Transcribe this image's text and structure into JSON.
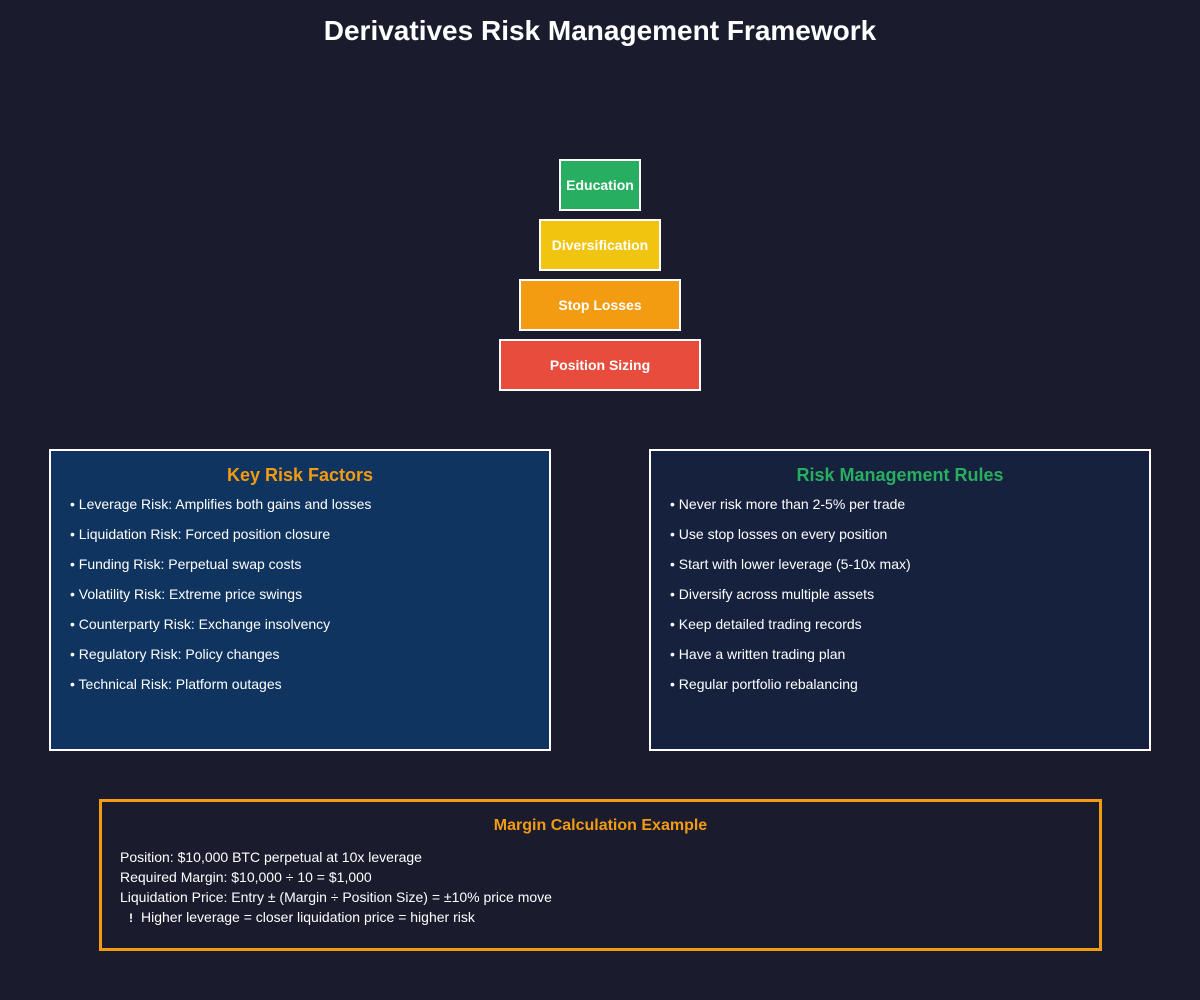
{
  "header": {
    "title": "Derivatives Risk Management Framework"
  },
  "pyramid": {
    "tiers": [
      {
        "label": "Education",
        "color": "#27ae60"
      },
      {
        "label": "Diversification",
        "color": "#f1c40f"
      },
      {
        "label": "Stop Losses",
        "color": "#f39c12"
      },
      {
        "label": "Position Sizing",
        "color": "#e74c3c"
      }
    ]
  },
  "risk_factors": {
    "title": "Key Risk Factors",
    "title_color": "#f39c12",
    "background": "#0f3460",
    "items": [
      "• Leverage Risk: Amplifies both gains and losses",
      "• Liquidation Risk: Forced position closure",
      "• Funding Risk: Perpetual swap costs",
      "• Volatility Risk: Extreme price swings",
      "• Counterparty Risk: Exchange insolvency",
      "• Regulatory Risk: Policy changes",
      "• Technical Risk: Platform outages"
    ]
  },
  "risk_rules": {
    "title": "Risk Management Rules",
    "title_color": "#27ae60",
    "background": "#16213e",
    "items": [
      "• Never risk more than 2-5% per trade",
      "• Use stop losses on every position",
      "• Start with lower leverage (5-10x max)",
      "• Diversify across multiple assets",
      "• Keep detailed trading records",
      "• Have a written trading plan",
      "• Regular portfolio rebalancing"
    ]
  },
  "margin_example": {
    "title": "Margin Calculation Example",
    "title_color": "#f39c12",
    "border_color": "#f39c12",
    "lines": [
      "Position: $10,000 BTC perpetual at 10x leverage",
      "Required Margin: $10,000 ÷ 10 = $1,000",
      "Liquidation Price: Entry ± (Margin ÷ Position Size) = ±10% price move"
    ],
    "warning_icon": "warning-icon",
    "warning": "Higher leverage = closer liquidation price = higher risk"
  }
}
